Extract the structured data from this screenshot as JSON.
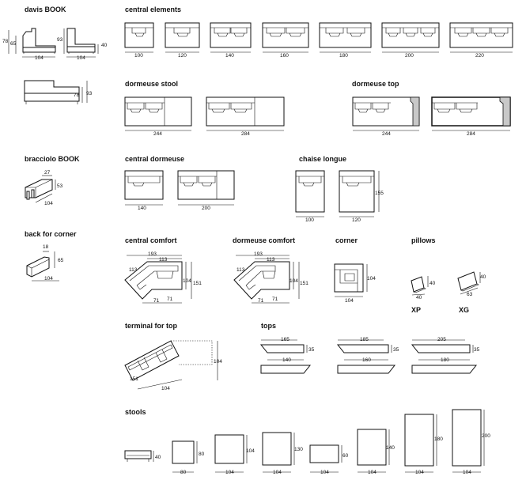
{
  "headings": {
    "davis_book": "davis BOOK",
    "central_elements": "central elements",
    "dormeuse_stool": "dormeuse stool",
    "dormeuse_top": "dormeuse top",
    "bracciolo_book": "bracciolo BOOK",
    "central_dormeuse": "central dormeuse",
    "chaise_longue": "chaise longue",
    "back_for_corner": "back for corner",
    "central_comfort": "central comfort",
    "dormeuse_comfort": "dormeuse comfort",
    "corner": "corner",
    "pillows": "pillows",
    "terminal_for_top": "terminal for top",
    "tops": "tops",
    "stools": "stools"
  },
  "davis": {
    "h1": "78",
    "h2": "65",
    "w1": "104",
    "h3": "93",
    "w2": "104",
    "h4": "40",
    "side_h1": "78",
    "side_h2": "93"
  },
  "central_elements": [
    "100",
    "120",
    "140",
    "160",
    "180",
    "200",
    "220"
  ],
  "dormeuse_stool": [
    "244",
    "284"
  ],
  "dormeuse_top": [
    "244",
    "284"
  ],
  "bracciolo": {
    "top": "27",
    "side": "53",
    "base": "104"
  },
  "central_dormeuse": [
    "140",
    "200"
  ],
  "chaise_longue": {
    "w1": "100",
    "w2": "120",
    "depth": "155"
  },
  "back_corner": {
    "top": "18",
    "height": "65",
    "base": "104"
  },
  "central_comfort": {
    "outer": "193",
    "inner": "113",
    "diag": "113",
    "side": "104",
    "depth": "151",
    "b1": "71",
    "b2": "71"
  },
  "dormeuse_comfort": {
    "outer": "193",
    "inner": "113",
    "diag": "113",
    "side": "104",
    "depth": "151",
    "b1": "71",
    "b2": "71"
  },
  "corner": {
    "side": "104",
    "base": "104"
  },
  "pillows": {
    "xp_h": "40",
    "xp_w": "40",
    "xp_label": "XP",
    "xg_h": "40",
    "xg_w": "63",
    "xg_label": "XG"
  },
  "terminal_top": {
    "depth": "151",
    "base": "104",
    "side": "104"
  },
  "tops": {
    "top_widths": [
      "165",
      "185",
      "205"
    ],
    "bottom_widths": [
      "140",
      "160",
      "180"
    ],
    "thickness": [
      "35",
      "35",
      "35"
    ]
  },
  "stools": {
    "widths": [
      "80",
      "104",
      "104",
      "104",
      "104",
      "104",
      "104"
    ],
    "depths": [
      "40",
      "80",
      "104",
      "130",
      "60",
      "140",
      "180",
      "200"
    ]
  }
}
